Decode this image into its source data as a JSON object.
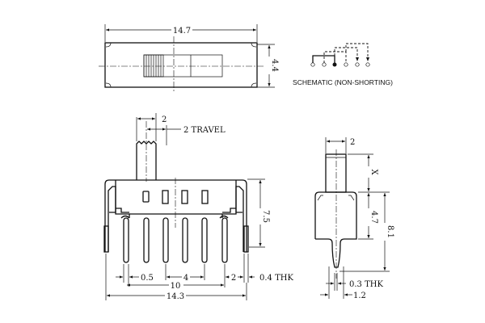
{
  "top_view": {
    "width_dim": "14.7",
    "height_dim": "4.4"
  },
  "schematic": {
    "label": "SCHEMATIC (NON-SHORTING)"
  },
  "front_view": {
    "actuator_dim": "2",
    "travel_label": "2 TRAVEL",
    "height_dim": "7.5",
    "pin_width_dim": "0.5",
    "pin_pitch_dim": "4",
    "pin_to_leg_dim": "2",
    "thickness_label": "0.4 THK",
    "pin_span_dim": "10",
    "overall_width_dim": "14.3"
  },
  "side_view": {
    "actuator_dim": "2",
    "actuator_height_dim": "X",
    "body_height_dim": "4.7",
    "overall_height_dim": "8.1",
    "thickness_label": "0.3 THK",
    "pin_width_dim": "1.2"
  },
  "colors": {
    "line": "#111111",
    "background": "#ffffff"
  }
}
